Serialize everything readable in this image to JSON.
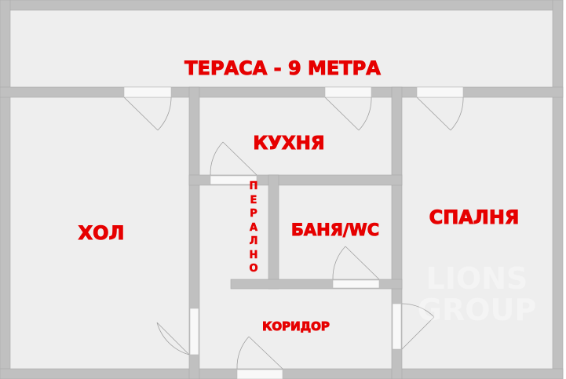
{
  "rooms": {
    "terrace": "ТЕРАСА - 9 МЕТРА",
    "kitchen": "КУХНЯ",
    "hall": "ХОЛ",
    "laundry": "ПЕРАЛНО",
    "bathroom": "БАНЯ/WC",
    "bedroom": "СПАЛНЯ",
    "corridor": "КОРИДОР"
  },
  "watermark": {
    "text": "LIONS GROUP"
  },
  "colors": {
    "label": "#e60000",
    "wall": "#c0c0c0",
    "floor": "#eeeeee",
    "door_gap": "#f8f8f8"
  }
}
